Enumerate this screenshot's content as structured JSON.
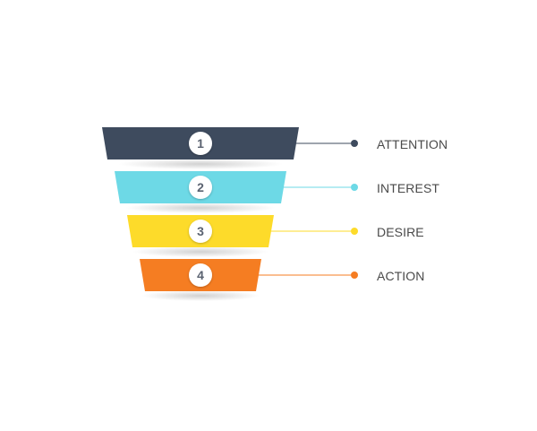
{
  "funnel": {
    "stages": [
      {
        "number": "1",
        "label": "ATTENTION",
        "color": "#3e4b5e"
      },
      {
        "number": "2",
        "label": "INTEREST",
        "color": "#6dd9e6"
      },
      {
        "number": "3",
        "label": "DESIRE",
        "color": "#fddb2a"
      },
      {
        "number": "4",
        "label": "ACTION",
        "color": "#f57d22"
      }
    ],
    "label_color": "#4a4a4a",
    "badge_fill": "#ffffff",
    "number_color": "#5a6270"
  }
}
